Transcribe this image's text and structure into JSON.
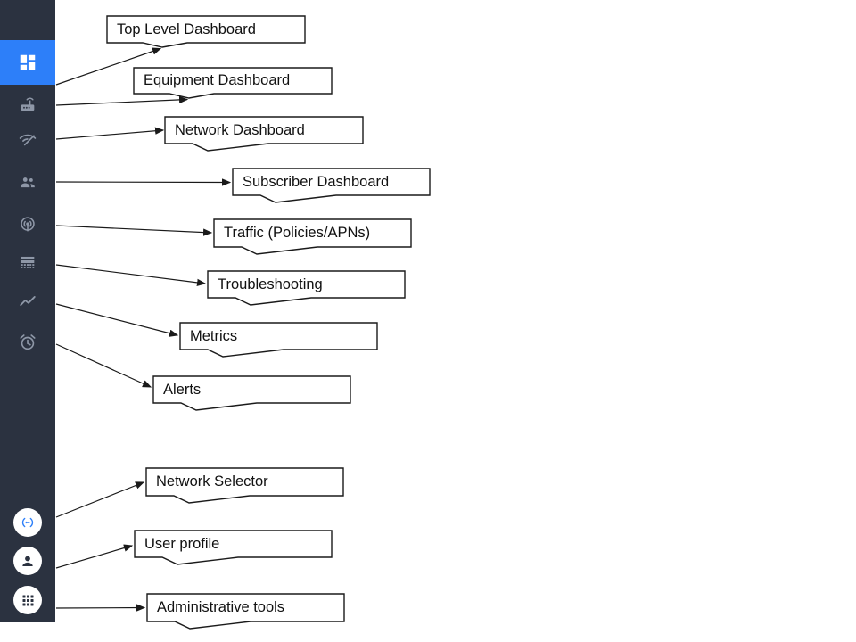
{
  "colors": {
    "sidebar_bg": "#2b3240",
    "active_item_bg": "#2d7ff9",
    "icon_gray": "#8e97a7",
    "circle_bg": "#ffffff",
    "circle_glyph_dark": "#2b3240",
    "circle_glyph_blue": "#2d7ff9",
    "annotation_line": "#1a1a1a",
    "callout_fill": "#ffffff"
  },
  "sidebar": {
    "items": [
      {
        "icon": "dashboard-grid-icon",
        "label": "Top Level Dashboard",
        "selected": true
      },
      {
        "icon": "router-icon",
        "label": "Equipment Dashboard",
        "selected": false
      },
      {
        "icon": "wifi-icon",
        "label": "Network Dashboard",
        "selected": false
      },
      {
        "icon": "people-icon",
        "label": "Subscriber Dashboard",
        "selected": false
      },
      {
        "icon": "podcasts-icon",
        "label": "Traffic (Policies/APNs)",
        "selected": false
      },
      {
        "icon": "rows-icon",
        "label": "Troubleshooting",
        "selected": false
      },
      {
        "icon": "line-chart-icon",
        "label": "Metrics",
        "selected": false
      },
      {
        "icon": "alarm-clock-icon",
        "label": "Alerts",
        "selected": false
      }
    ],
    "footer_items": [
      {
        "icon": "code-arrows-icon",
        "label": "Network Selector"
      },
      {
        "icon": "person-icon",
        "label": "User profile"
      },
      {
        "icon": "apps-grid-icon",
        "label": "Administrative tools"
      }
    ]
  },
  "callouts": [
    {
      "label": "Top Level Dashboard"
    },
    {
      "label": "Equipment Dashboard"
    },
    {
      "label": "Network Dashboard"
    },
    {
      "label": "Subscriber Dashboard"
    },
    {
      "label": "Traffic (Policies/APNs)"
    },
    {
      "label": "Troubleshooting"
    },
    {
      "label": "Metrics"
    },
    {
      "label": "Alerts"
    },
    {
      "label": "Network Selector"
    },
    {
      "label": "User profile"
    },
    {
      "label": "Administrative tools"
    }
  ]
}
